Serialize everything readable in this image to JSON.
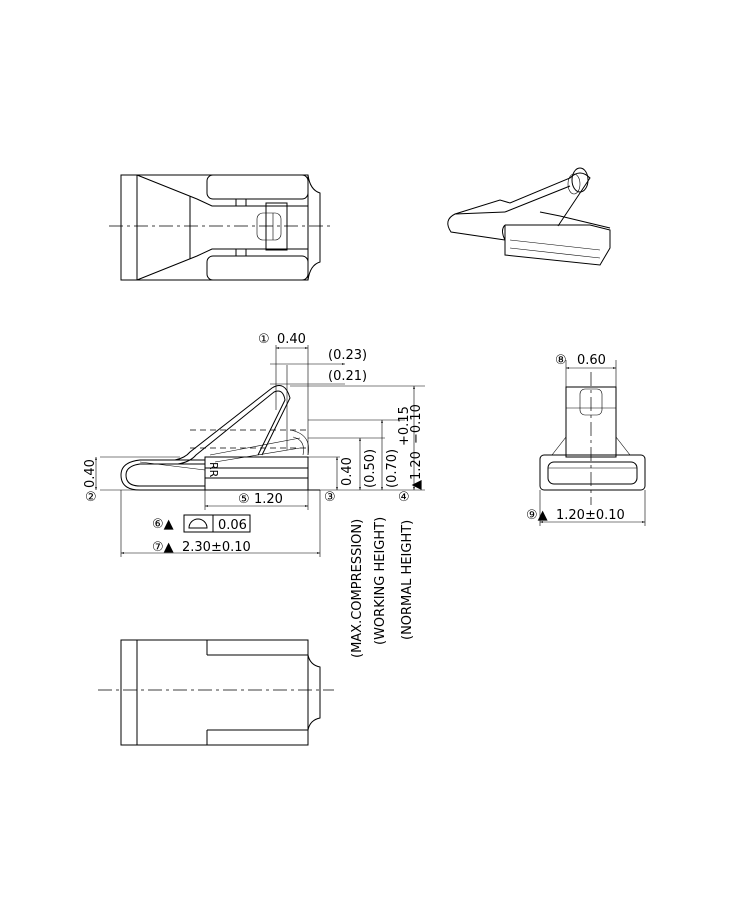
{
  "side_view": {
    "dim_1": {
      "marker": "①",
      "value": "0.40"
    },
    "dim_023": "(0.23)",
    "dim_021": "(0.21)",
    "dim_2": {
      "marker": "②",
      "value": "0.40"
    },
    "dim_5": {
      "marker": "⑤",
      "value": "1.20"
    },
    "dim_6": {
      "marker": "⑥▲",
      "value": "0.06"
    },
    "dim_7": {
      "marker": "⑦▲",
      "value": "2.30±0.10"
    },
    "dim_3": {
      "marker": "③",
      "value": "0.40"
    },
    "dim_050": "(0.50)",
    "dim_070": "(0.70)",
    "dim_4": {
      "marker": "④",
      "value": "▲1.20",
      "tol_plus": "+0.15",
      "tol_minus": "−0.10"
    },
    "label_max": "(MAX.COMPRESSION)",
    "label_working": "(WORKING  HEIGHT)",
    "label_normal": "(NORMAL  HEIGHT)",
    "part_mark": "RR"
  },
  "end_view": {
    "dim_8": {
      "marker": "⑧",
      "value": "0.60"
    },
    "dim_9": {
      "marker": "⑨▲",
      "value": "1.20±0.10"
    }
  }
}
